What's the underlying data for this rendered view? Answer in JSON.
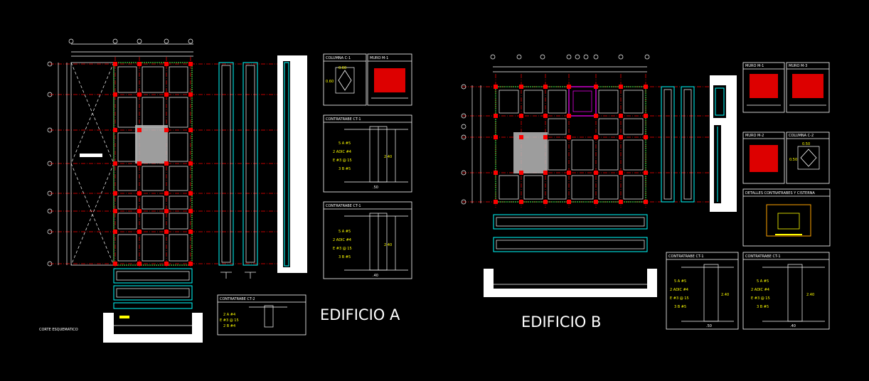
{
  "buildings": [
    {
      "title": "EDIFICIO A"
    },
    {
      "title": "EDIFICIO B"
    }
  ],
  "details": {
    "columna_c1": "COLUMNA C-1",
    "muro_m1": "MURO M-1",
    "contratrabe_ct1": "CONTRATRABE CT-1",
    "contratrabe_ct2": "CONTRATRABE CT-2",
    "muro_m3": "MURO M-3",
    "muro_m2": "MURO M-2",
    "columna_c2": "COLUMNA C-2",
    "detalles_cisterna": "DETALLES CONTRATRABES Y CISTERNA",
    "corte_esquematico": "CORTE ESQUEMATICO"
  },
  "annotations": {
    "bar_5a": "5 A #5",
    "bar_2adic": "2 ADIC #4",
    "bar_stirrup": "E #3 @ 15",
    "bar_3b": "3 B #5",
    "height_240": "2.40",
    "width_050": ".50",
    "width_040": ".40",
    "col_dim_060": "0.60",
    "col_dim_050": "0.50",
    "ct2_2a": "2 A #4",
    "ct2_stirrup": "E #3 @ 15",
    "ct2_2b": "2 B #4"
  }
}
